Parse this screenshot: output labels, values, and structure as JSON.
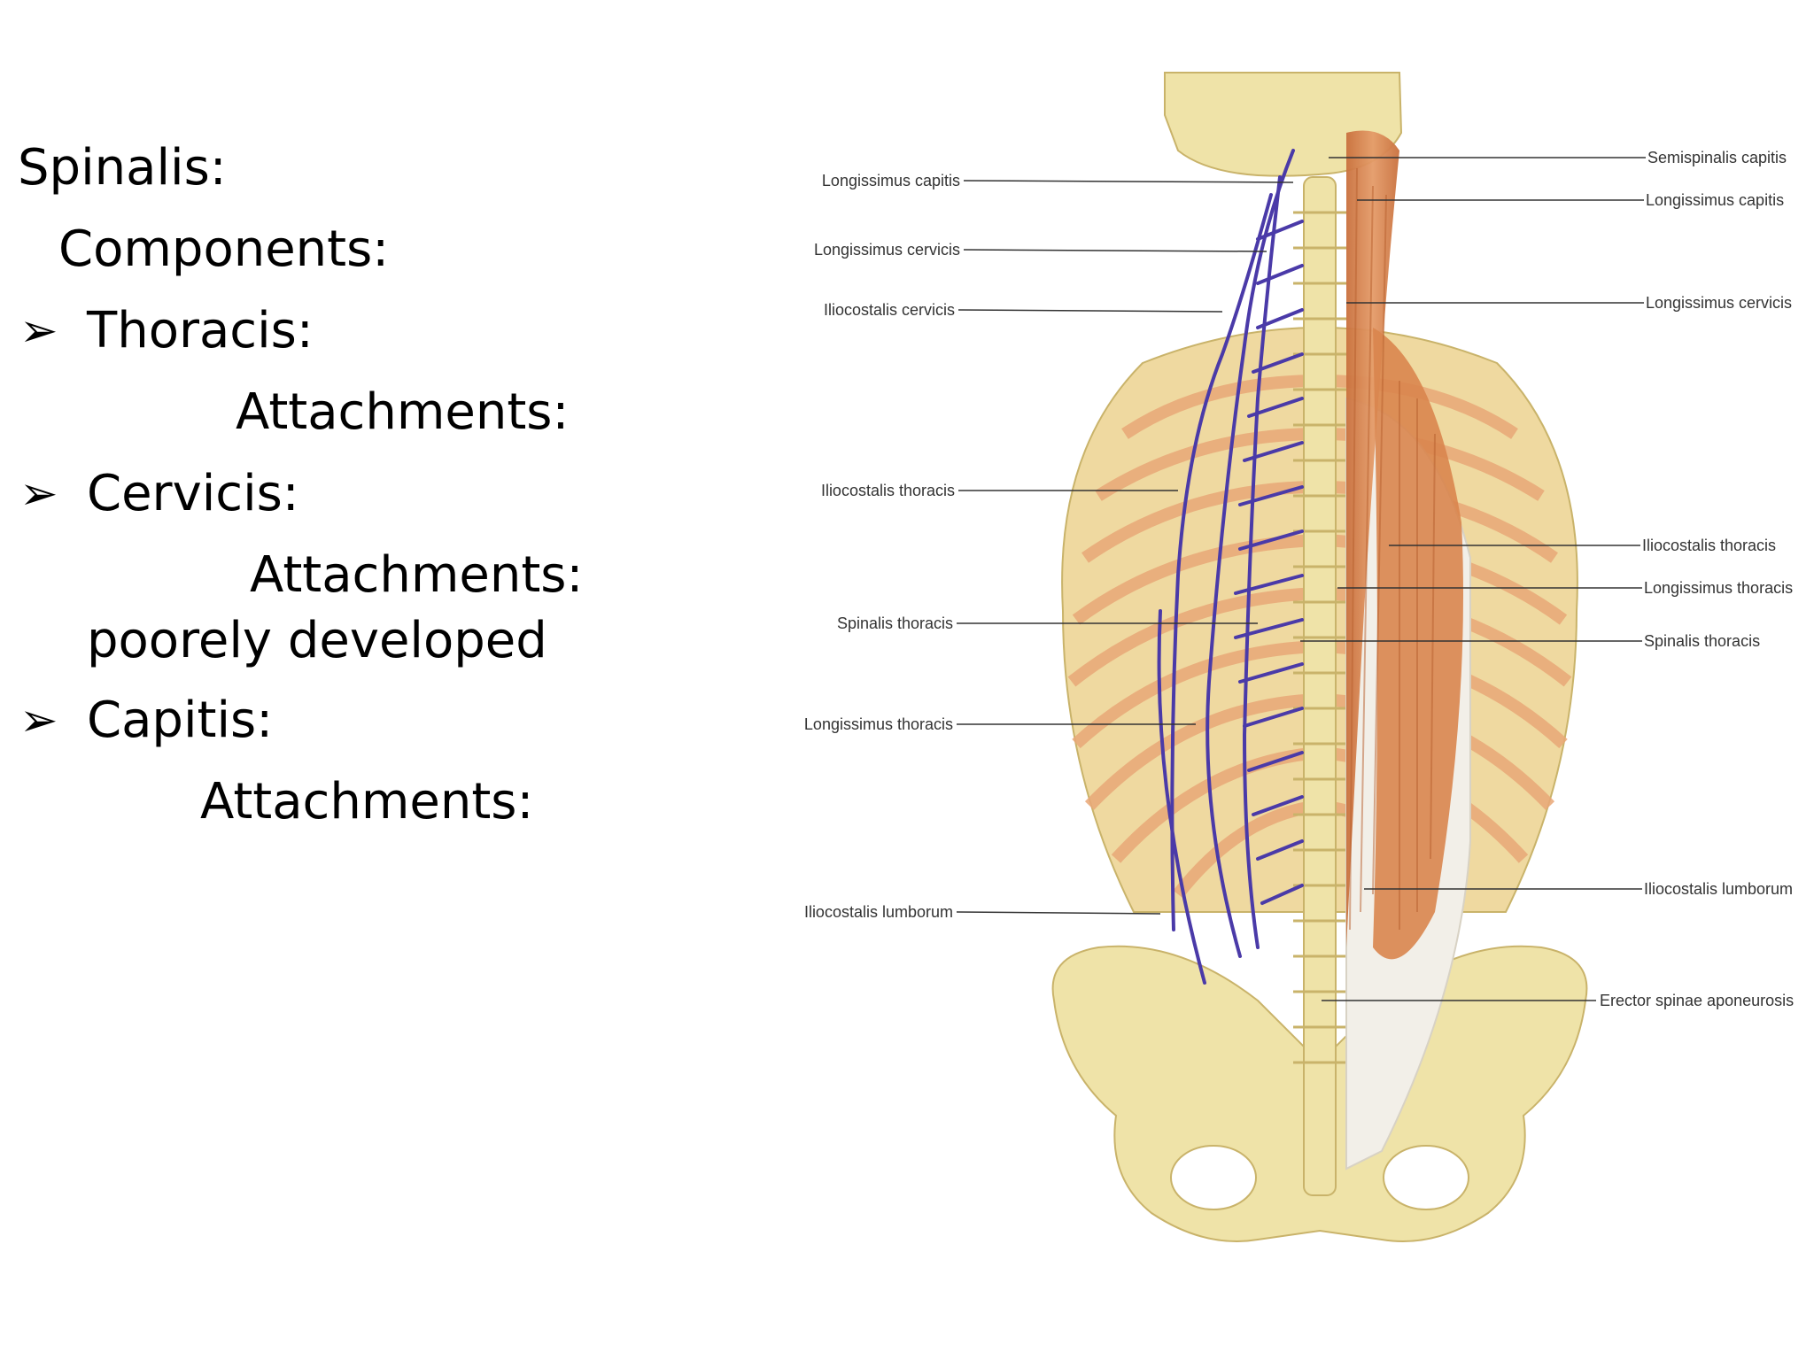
{
  "slide": {
    "heading": "Spinalis:",
    "components_label": "Components:",
    "bullets": [
      {
        "name": "Thoracis:",
        "attachments_label": "Attachments:",
        "note": ""
      },
      {
        "name": "Cervicis:",
        "attachments_label": "Attachments:",
        "note": "poorely developed"
      },
      {
        "name": "Capitis:",
        "attachments_label": "Attachments:",
        "note": ""
      }
    ],
    "bullet_symbol": "➢"
  },
  "figure": {
    "labels_left": [
      "Longissimus capitis",
      "Longissimus cervicis",
      "Iliocostalis cervicis",
      "Iliocostalis thoracis",
      "Spinalis thoracis",
      "Longissimus thoracis",
      "Iliocostalis lumborum"
    ],
    "labels_right": [
      "Semispinalis capitis",
      "Longissimus capitis",
      "Longissimus cervicis",
      "Iliocostalis thoracis",
      "Longissimus thoracis",
      "Spinalis thoracis",
      "Iliocostalis lumborum",
      "Erector spinae aponeurosis"
    ],
    "colors": {
      "bone": "#efe3a8",
      "bone_outline": "#c9b36a",
      "muscle": "#d9854e",
      "muscle_light": "#e9a877",
      "tendon": "#f2efe8",
      "nerve_outline": "#4a3aa8"
    }
  }
}
